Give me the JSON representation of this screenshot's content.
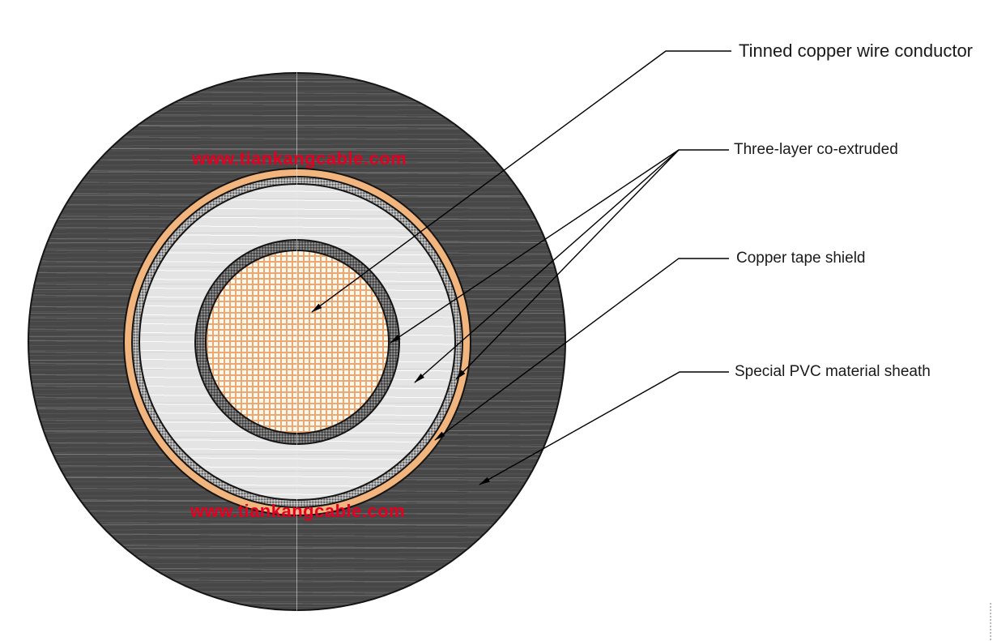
{
  "watermarks": {
    "top": "www.tiankangcable.com",
    "bottom": "www.tiankangcable.com"
  },
  "callouts": [
    {
      "label": "Tinned copper wire conductor",
      "target": "conductor-center"
    },
    {
      "label": "Three-layer co-extruded",
      "target": "inner-semicon, insulation, outer-semicon"
    },
    {
      "label": "Copper tape shield",
      "target": "copper-tape-ring"
    },
    {
      "label": "Special PVC material sheath",
      "target": "outer-sheath"
    }
  ],
  "colors": {
    "sheath_base": "#474747",
    "copper_tape": "#f3b57e",
    "semicon_gray": "#a0a0a0",
    "inner_semicon_gray": "#5f5f5f",
    "insulation": "#e4e4e4",
    "conductor_fill": "#fdf7ec",
    "conductor_grid": "#eba873",
    "leader_line": "#000000",
    "label_text": "#1a1a1a",
    "watermark_red": "#e30021"
  }
}
